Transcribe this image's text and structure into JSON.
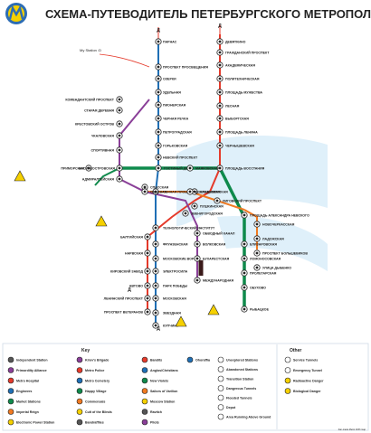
{
  "title": "СХЕМА-ПУТЕВОДИТЕЛЬ ПЕТЕРБУРГСКОГО МЕТРОПОЛИТЕНА",
  "note": "My Station :D",
  "colors": {
    "red": "#e53a2b",
    "blue": "#1f6fb5",
    "green": "#0f8a4c",
    "orange": "#f07a22",
    "purple": "#8a3f98",
    "bg_shape": "#dceefa",
    "logo_blue": "#2d6db4",
    "logo_yellow": "#f5d000"
  },
  "stations": {
    "blue": [
      "ПАРНАС",
      "ПРОСПЕКТ ПРОСВЕЩЕНИЯ",
      "ОЗЕРКИ",
      "УДЕЛЬНАЯ",
      "ПИОНЕРСКАЯ",
      "ЧЕРНАЯ РЕЧКА",
      "ПЕТРОГРАДСКАЯ",
      "ГОРЬКОВСКАЯ",
      "НЕВСКИЙ ПРОСПЕКТ",
      "СЕННАЯ ПЛОЩАДЬ",
      "ТЕХНОЛОГИЧЕСКИЙ ИНСТИТУТ",
      "ФРУНЗЕНСКАЯ",
      "МОСКОВСКИЕ ВОРОТА",
      "ЭЛЕКТРОСИЛА",
      "ПАРК ПОБЕДЫ",
      "МОСКОВСКАЯ",
      "ЗВЕЗДНАЯ",
      "КУПЧИНО"
    ],
    "red": [
      "ДЕВЯТКИНО",
      "ГРАЖДАНСКИЙ ПРОСПЕКТ",
      "АКАДЕМИЧЕСКАЯ",
      "ПОЛИТЕХНИЧЕСКАЯ",
      "ПЛОЩАДЬ МУЖЕСТВА",
      "ЛЕСНАЯ",
      "ВЫБОРГСКАЯ",
      "ПЛОЩАДЬ ЛЕНИНА",
      "ЧЕРНЫШЕВСКАЯ",
      "ПЛОЩАДЬ ВОССТАНИЯ",
      "ВЛАДИМИРСКАЯ",
      "ПУШКИНСКАЯ",
      "БАЛТИЙСКАЯ",
      "НАРВСКАЯ",
      "КИРОВСКИЙ ЗАВОД",
      "АВТОВО",
      "ЛЕНИНСКИЙ ПРОСПЕКТ",
      "ПРОСПЕКТ ВЕТЕРАНОВ"
    ],
    "green": [
      "ПРИМОРСКАЯ",
      "ВАСИЛЕОСТРОВСКАЯ",
      "ГОСТИНЫЙ ДВОР",
      "МАЯКОВСКАЯ",
      "ПЛОЩАДЬ АЛЕКСАНДРА НЕВСКОГО",
      "ЕЛИЗАРОВСКАЯ",
      "ЛОМОНОСОВСКАЯ",
      "ПРОЛЕТАРСКАЯ",
      "ОБУХОВО",
      "РЫБАЦКОЕ"
    ],
    "orange": [
      "СПАССКАЯ",
      "ДОСТОЕВСКАЯ",
      "ЛИГОВСКИЙ ПРОСПЕКТ",
      "НОВОЧЕРКАССКАЯ",
      "ЛАДОЖСКАЯ",
      "ПРОСПЕКТ БОЛЬШЕВИКОВ",
      "УЛИЦА ДЫБЕНКО"
    ],
    "purple": [
      "КОМЕНДАНТСКИЙ ПРОСПЕКТ",
      "СТАРАЯ ДЕРЕВНЯ",
      "КРЕСТОВСКИЙ ОСТРОВ",
      "ЧКАЛОВСКАЯ",
      "СПОРТИВНАЯ",
      "АДМИРАЛТЕЙСКАЯ",
      "САДОВАЯ",
      "ЗВЕНИГОРОДСКАЯ",
      "ОБВОДНЫЙ КАНАЛ",
      "ВОЛКОВСКАЯ",
      "БУХАРЕСТСКАЯ",
      "МЕЖДУНАРОДНАЯ"
    ]
  },
  "depot": "Д",
  "legend": {
    "key_title": "Key",
    "other_title": "Other",
    "col1": [
      "Independent Station",
      "Primordilty Alliance",
      "Metro Hospital",
      "Engineers",
      "Market Stations",
      "Imperial Reign",
      "Electronic Power Station"
    ],
    "col2": [
      "Kirov's Brigade",
      "Metro Police",
      "Metro Cemetery",
      "Happy Village",
      "Commensals",
      "Cult of the Blinds",
      "Bandrafflies"
    ],
    "col3": [
      "Bandits",
      "Anglos/Christians",
      "New Violets",
      "Sailors of Varilion",
      "Moscow Station",
      "Ravitch",
      "Pilots"
    ],
    "col4": [
      "Ohoraffia"
    ],
    "other_left": [
      "Unexplored Stations",
      "Abandoned Stations",
      "Transition Station",
      "Dangerous Tunnels",
      "Flooded Tunnels",
      "Depot",
      "Area Running Above Ground"
    ],
    "other_right": [
      "Service Tunnels",
      "Emergency Tunnel",
      "Radioactive Danger",
      "Biological Danger"
    ],
    "depot_letter": "Д"
  },
  "footer": "Fan-made Metro 2033 map"
}
